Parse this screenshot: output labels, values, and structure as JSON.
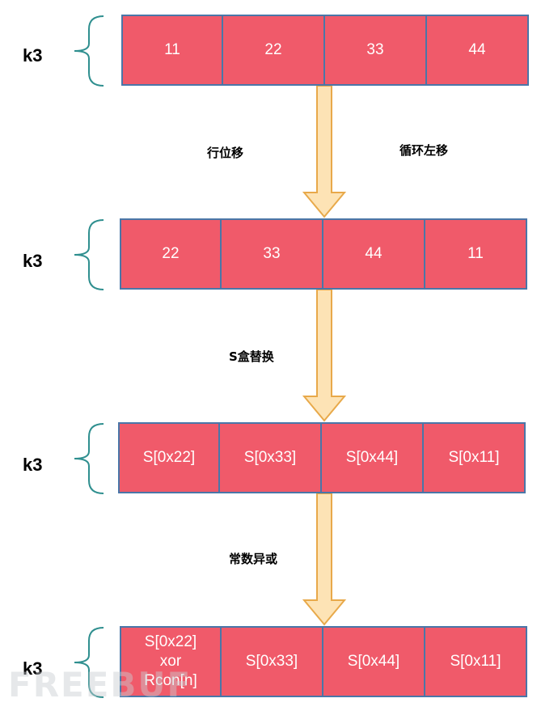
{
  "rows": [
    {
      "label": "k3",
      "cells": [
        "11",
        "22",
        "33",
        "44"
      ]
    },
    {
      "label": "k3",
      "cells": [
        "22",
        "33",
        "44",
        "11"
      ]
    },
    {
      "label": "k3",
      "cells": [
        "S[0x22]",
        "S[0x33]",
        "S[0x44]",
        "S[0x11]"
      ]
    },
    {
      "label": "k3",
      "cells": [
        "S[0x22]\nxor\nRcon[n]",
        "S[0x33]",
        "S[0x44]",
        "S[0x11]"
      ]
    }
  ],
  "steps": {
    "shift_rows": "行位移",
    "rotate_left": "循环左移",
    "sbox": "S盒替换",
    "const_xor": "常数异或"
  },
  "watermark": "FREEBUF",
  "colors": {
    "cell_fill": "#f05a6a",
    "cell_border": "#4a76a8",
    "brace": "#2f8f8f",
    "arrow_fill": "#fde3b5",
    "arrow_stroke": "#e8a94a"
  }
}
